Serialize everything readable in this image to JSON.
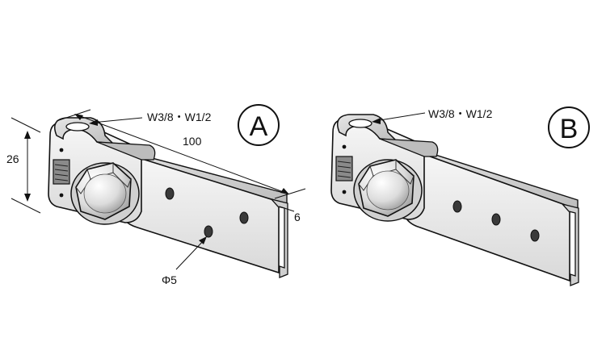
{
  "colors": {
    "line": "#111111",
    "metal_light": "#f0f0f0",
    "metal_mid": "#d6d6d6",
    "metal_dark": "#a8a8a8",
    "background": "#ffffff"
  },
  "part_a": {
    "badge": "A",
    "bolt_size_label": "W3/8・W1/2",
    "length_label": "100",
    "height_label": "26",
    "thickness_label": "6",
    "hole_label": "Φ5"
  },
  "part_b": {
    "badge": "B",
    "bolt_size_label": "W3/8・W1/2"
  }
}
